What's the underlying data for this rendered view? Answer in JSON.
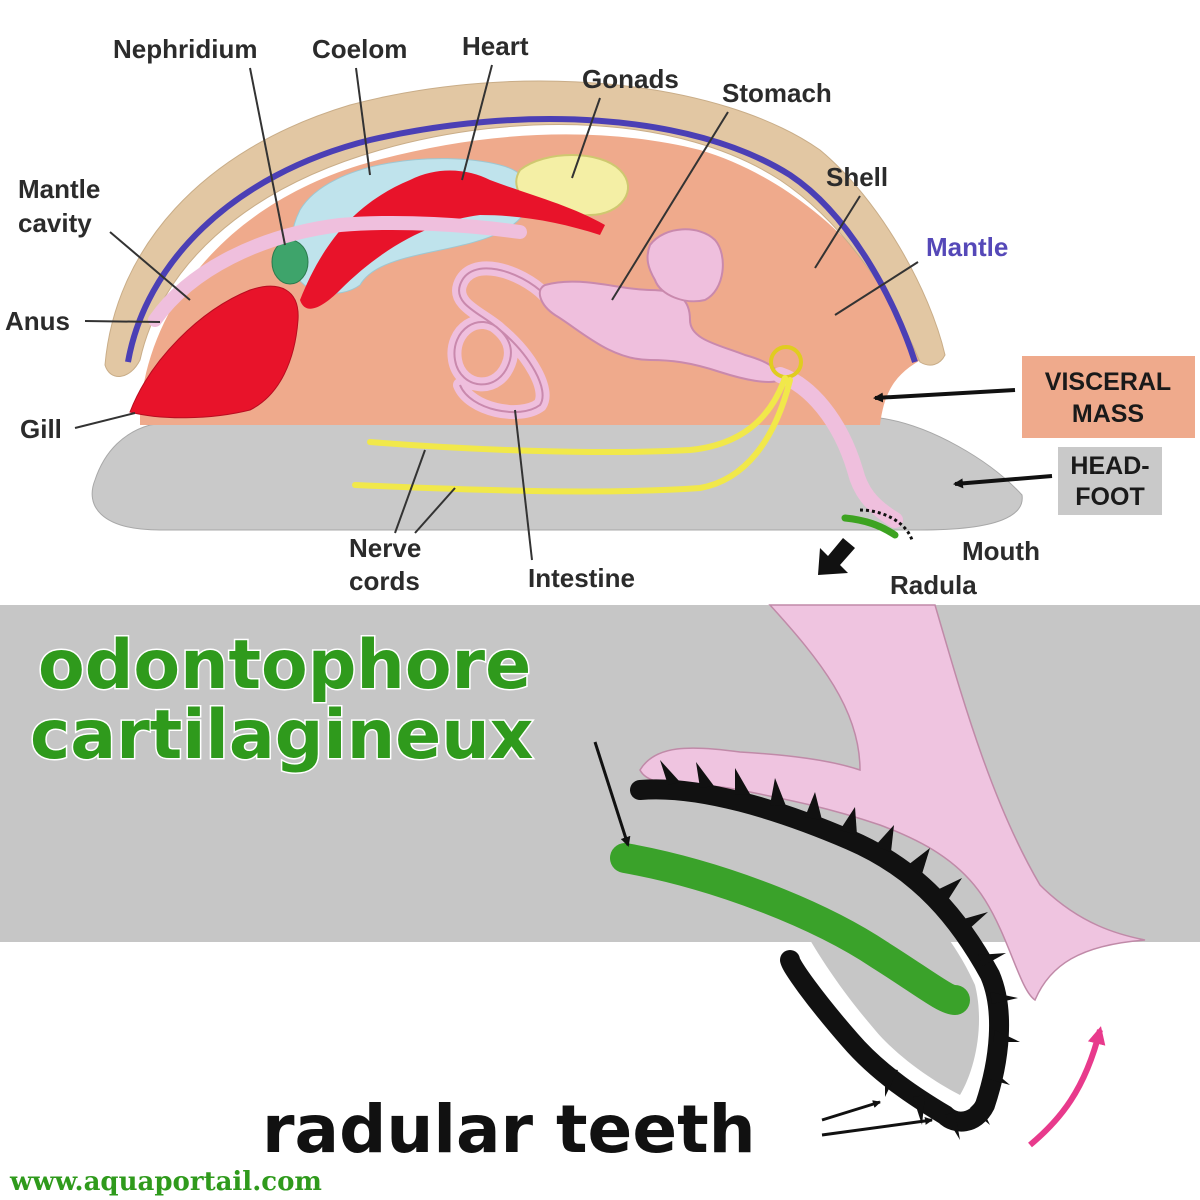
{
  "top_diagram": {
    "labels": {
      "nephridium": "Nephridium",
      "coelom": "Coelom",
      "heart": "Heart",
      "gonads": "Gonads",
      "stomach": "Stomach",
      "mantle_cavity_1": "Mantle",
      "mantle_cavity_2": "cavity",
      "shell": "Shell",
      "mantle": "Mantle",
      "anus": "Anus",
      "gill": "Gill",
      "nerve_cords_1": "Nerve",
      "nerve_cords_2": "cords",
      "intestine": "Intestine",
      "mouth": "Mouth",
      "radula": "Radula"
    },
    "boxes": {
      "visceral_mass_1": "VISCERAL",
      "visceral_mass_2": "MASS",
      "head_foot_1": "HEAD-",
      "head_foot_2": "FOOT"
    },
    "colors": {
      "shell": "#e2c7a3",
      "mantle": "#4b3fb5",
      "visceral_mass": "#efaa8c",
      "head_foot": "#c9c9c9",
      "gill": "#e8132a",
      "coelom": "#bfe3ec",
      "gonads": "#f4efa5",
      "digestive": "#efbfdd",
      "nephridium": "#3ea46b",
      "nerve_cords": "#f1e84a",
      "radula": "#3da321"
    }
  },
  "bottom_detail": {
    "odontophore_line_1": "odontophore",
    "odontophore_line_2": "cartilagineux",
    "radular_teeth": "radular teeth",
    "colors": {
      "odontophore": "#3aa22a",
      "background": "#c6c6c6",
      "tissue": "#efc4e0",
      "teeth": "#111111",
      "motion_arrow": "#e83a8c"
    }
  },
  "watermark": "www.aquaportail.com"
}
